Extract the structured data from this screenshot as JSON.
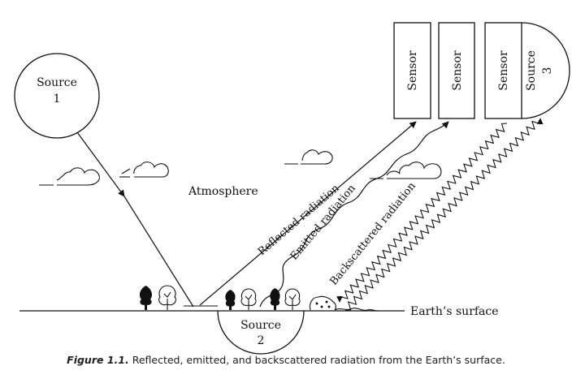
{
  "diagram": {
    "source1": {
      "name": "Source",
      "number": "1"
    },
    "source2": {
      "name": "Source",
      "number": "2"
    },
    "source3": {
      "name": "Source",
      "number": "3"
    },
    "sensor_label": "Sensor",
    "atmosphere": "Atmosphere",
    "reflected": "Reflected radiation",
    "emitted": "Emitted radiation",
    "backscattered": "Backscattered radiation",
    "surface": "Earth’s surface"
  },
  "caption": {
    "figure": "Figure 1.1.",
    "text": "Reflected, emitted, and backscattered radiation from the Earth’s surface."
  }
}
